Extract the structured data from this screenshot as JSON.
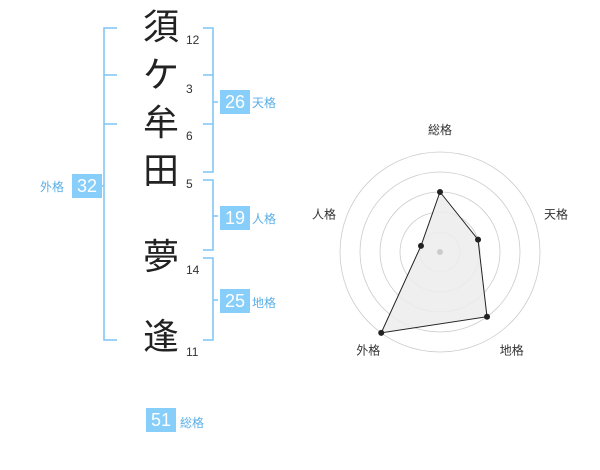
{
  "name": {
    "characters": [
      {
        "char": "須",
        "strokes": "12"
      },
      {
        "char": "ケ",
        "strokes": "3"
      },
      {
        "char": "牟",
        "strokes": "6"
      },
      {
        "char": "田",
        "strokes": "5"
      },
      {
        "char": "夢",
        "strokes": "14"
      },
      {
        "char": "逢",
        "strokes": "11"
      }
    ]
  },
  "kakusu": {
    "tenkaku": {
      "value": "26",
      "label": "天格"
    },
    "jinkaku": {
      "value": "19",
      "label": "人格"
    },
    "chikaku": {
      "value": "25",
      "label": "地格"
    },
    "gaikaku": {
      "value": "32",
      "label": "外格"
    },
    "soukaku": {
      "value": "51",
      "label": "総格"
    }
  },
  "radar": {
    "axes": [
      "総格",
      "天格",
      "地格",
      "外格",
      "人格"
    ],
    "levels": [
      3,
      2,
      4,
      5,
      1
    ],
    "max": 5
  },
  "colors": {
    "accent": "#87cefa",
    "label": "#5aaee8",
    "bracket": "#7cc4f5",
    "polygon_fill": "#ececec",
    "polygon_stroke": "#222222",
    "grid": "#cccccc"
  }
}
